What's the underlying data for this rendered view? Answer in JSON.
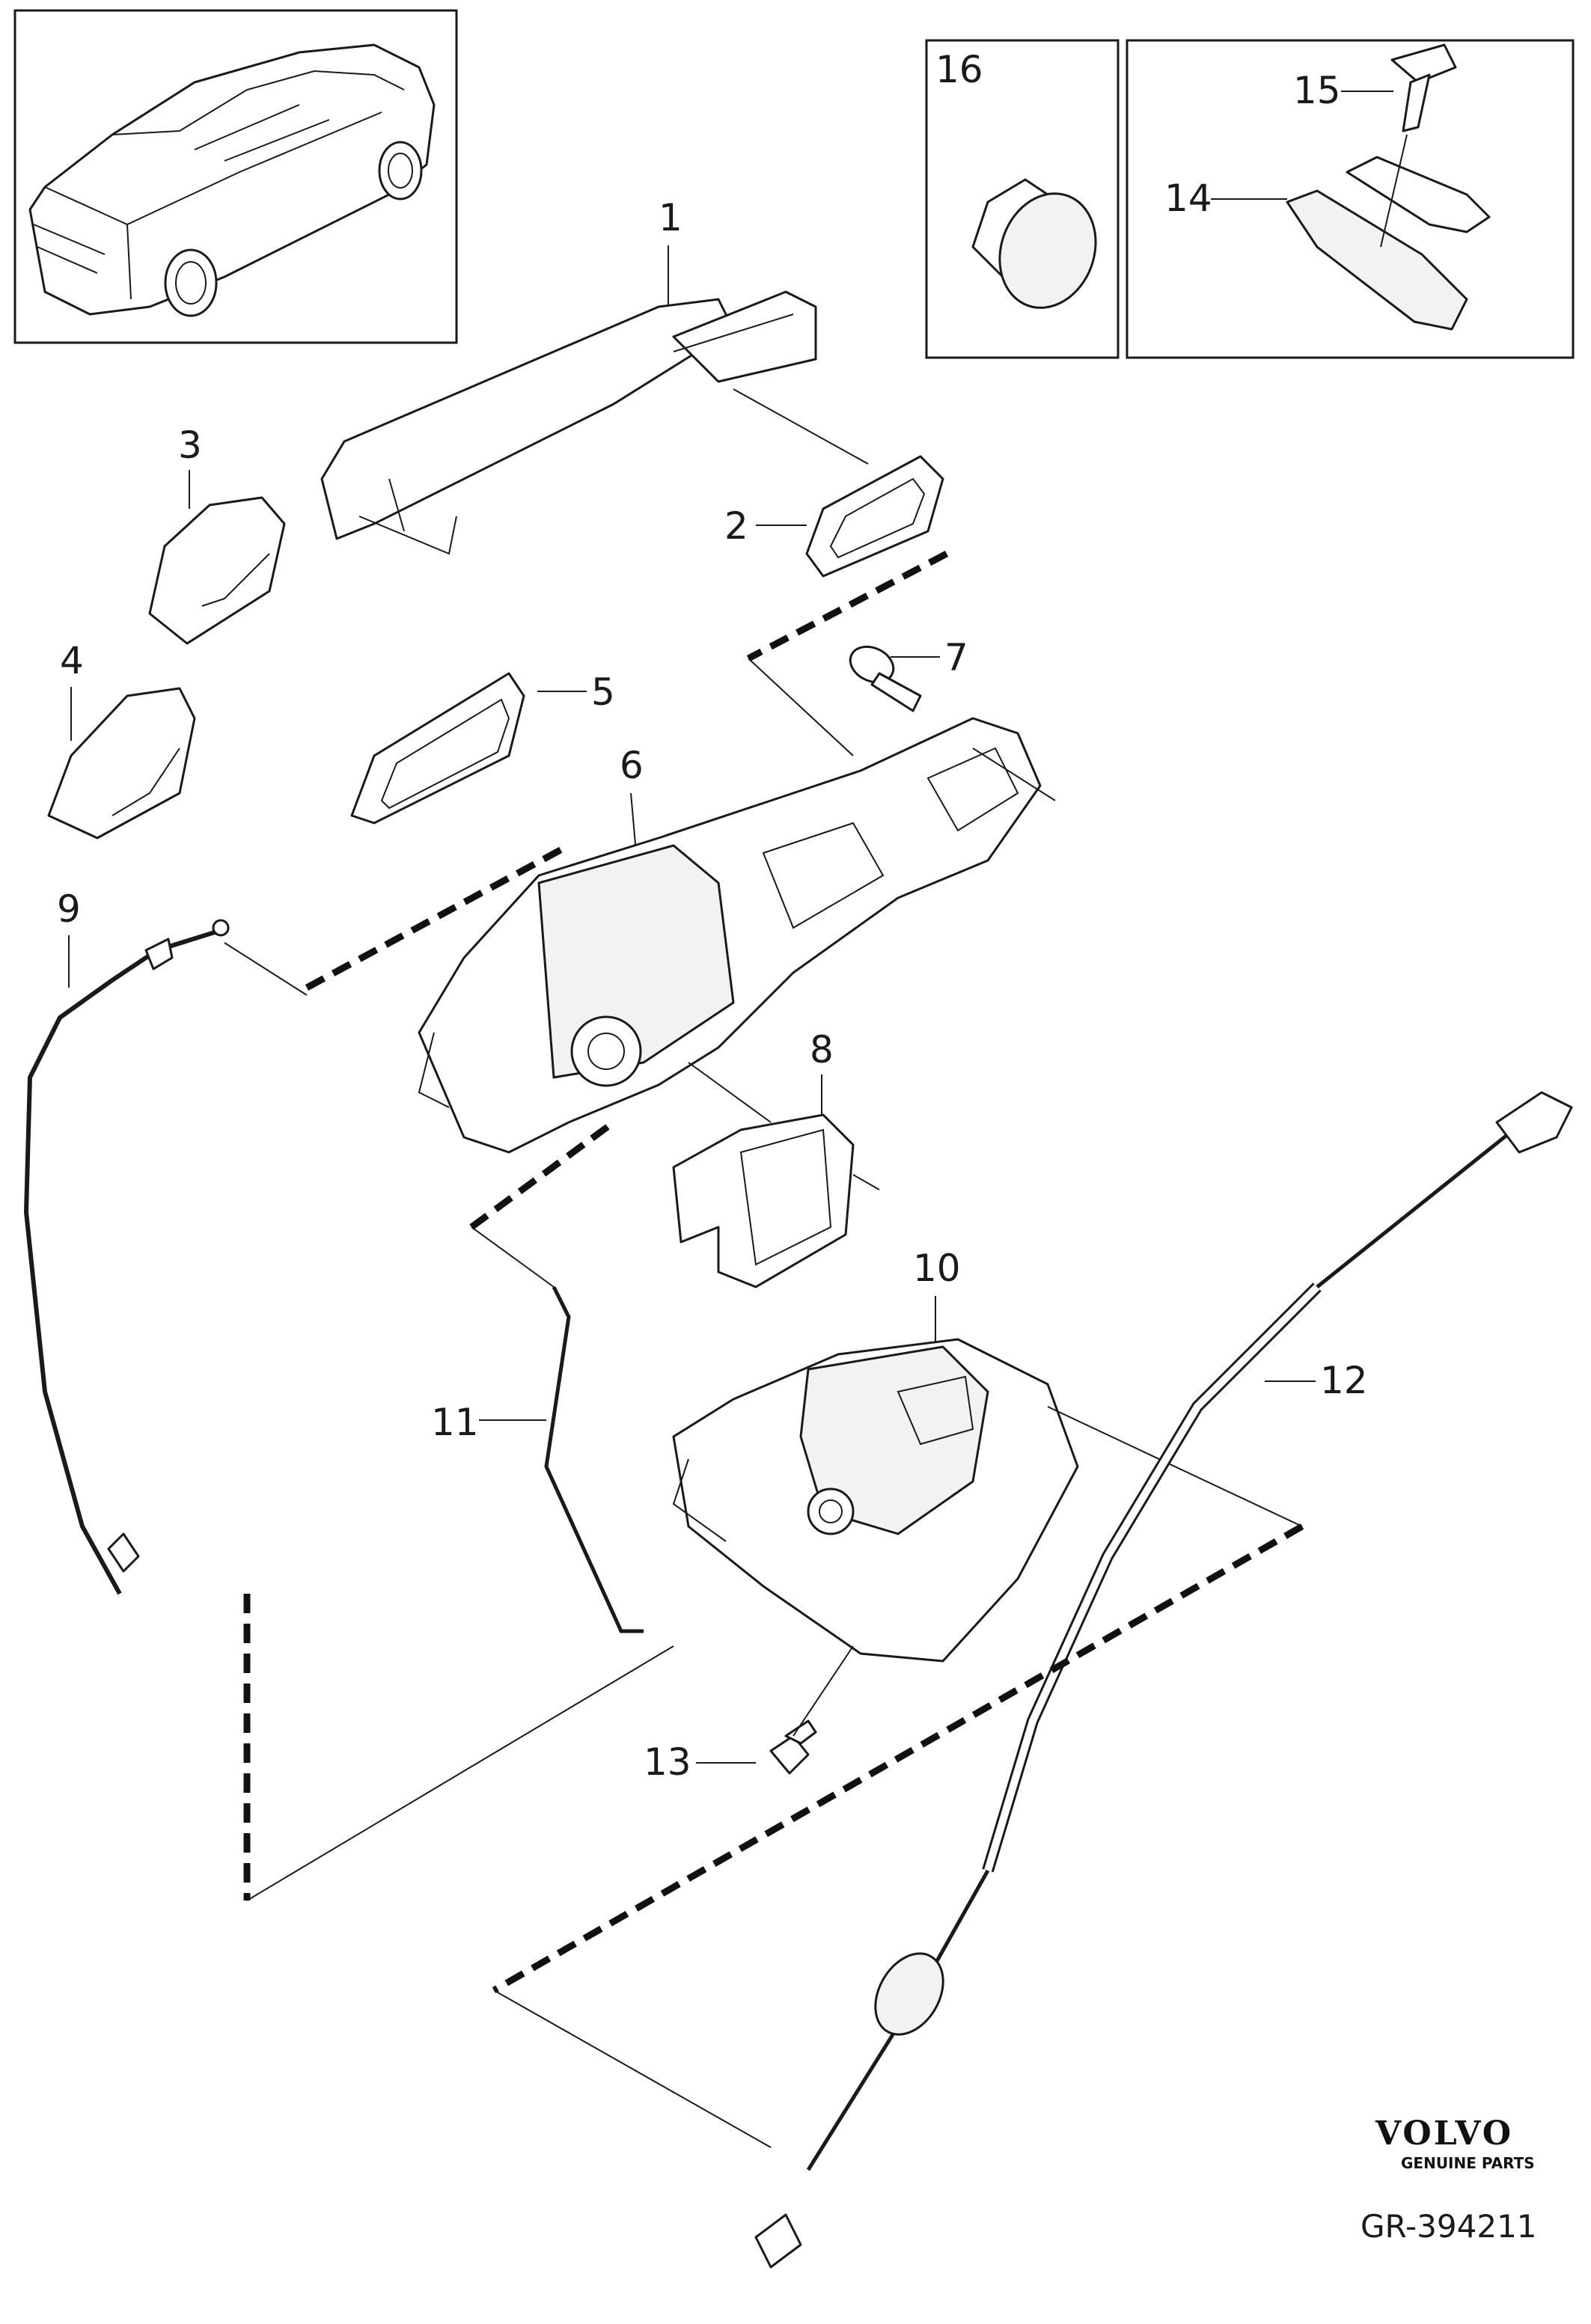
{
  "callouts": {
    "c1": "1",
    "c2": "2",
    "c3": "3",
    "c4": "4",
    "c5": "5",
    "c6": "6",
    "c7": "7",
    "c8": "8",
    "c9": "9",
    "c10": "10",
    "c11": "11",
    "c12": "12",
    "c13": "13",
    "c14": "14",
    "c15": "15",
    "c16": "16"
  },
  "brand": {
    "name": "VOLVO",
    "tagline": "GENUINE PARTS"
  },
  "reference": "GR-394211"
}
